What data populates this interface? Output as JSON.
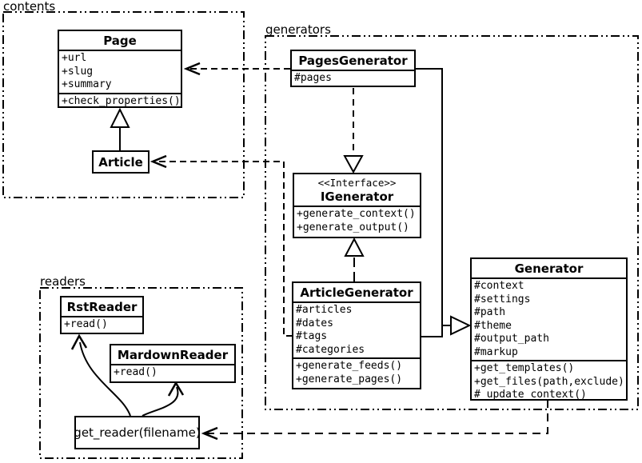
{
  "colors": {
    "stroke": "#000000",
    "background": "#ffffff"
  },
  "packages": {
    "contents": {
      "label": "contents"
    },
    "generators": {
      "label": "generators"
    },
    "readers": {
      "label": "readers"
    }
  },
  "classes": {
    "page": {
      "title": "Page",
      "attributes": [
        "+url",
        "+slug",
        "+summary"
      ],
      "methods": [
        "+check_properties()"
      ]
    },
    "article": {
      "title": "Article"
    },
    "pages_generator": {
      "title": "PagesGenerator",
      "attributes": [
        "#pages"
      ]
    },
    "igenerator": {
      "stereotype": "<<Interface>>",
      "title": "IGenerator",
      "methods": [
        "+generate_context()",
        "+generate_output()"
      ]
    },
    "article_generator": {
      "title": "ArticleGenerator",
      "attributes": [
        "#articles",
        "#dates",
        "#tags",
        "#categories"
      ],
      "methods": [
        "+generate_feeds()",
        "+generate_pages()"
      ]
    },
    "generator": {
      "title": "Generator",
      "attributes": [
        "#context",
        "#settings",
        "#path",
        "#theme",
        "#output_path",
        "#markup"
      ],
      "methods": [
        "+get_templates()",
        "+get_files(path,exclude)",
        "#_update_context()"
      ]
    },
    "rst_reader": {
      "title": "RstReader",
      "methods": [
        "+read()"
      ]
    },
    "mardown_reader": {
      "title": "MardownReader",
      "methods": [
        "+read()"
      ]
    },
    "get_reader": {
      "title": "get_reader(filename)"
    }
  }
}
